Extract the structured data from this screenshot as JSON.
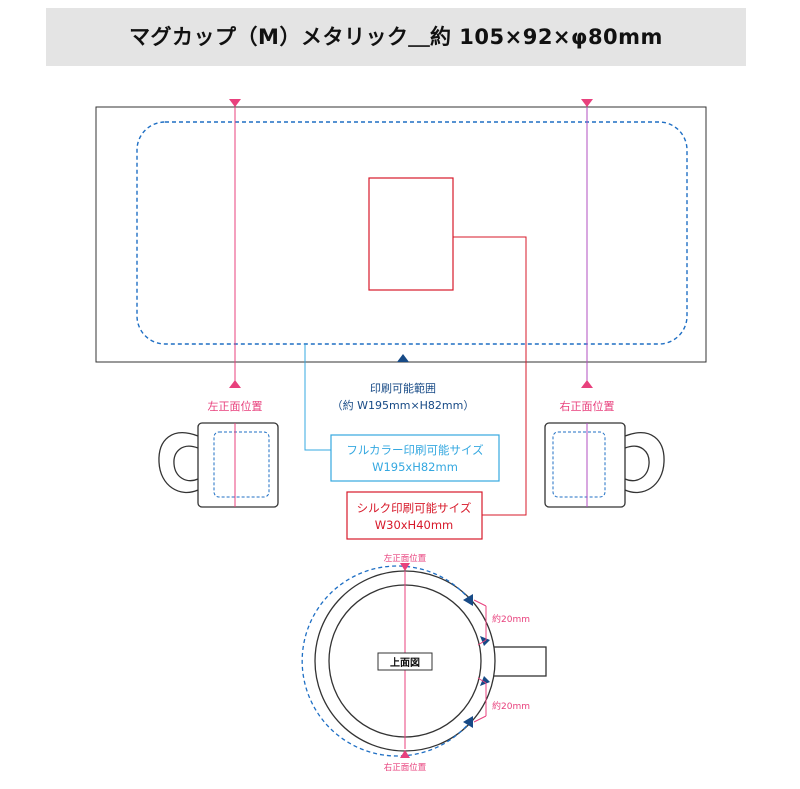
{
  "title": "マグカップ（M）メタリック＿約 105×92×φ80mm",
  "labels": {
    "printable_area": "印刷可能範囲",
    "printable_area_size": "（約 W195mm×H82mm）",
    "left_front": "左正面位置",
    "right_front": "右正面位置",
    "fullcolor_title": "フルカラー印刷可能サイズ",
    "fullcolor_size": "W195xH82mm",
    "silk_title": "シルク印刷可能サイズ",
    "silk_size": "W30xH40mm",
    "top_view": "上面図",
    "top_left_front": "左正面位置",
    "top_right_front": "右正面位置",
    "dist_upper": "約20mm",
    "dist_lower": "約20mm"
  },
  "colors": {
    "pink": "#e8417d",
    "purple": "#b24fc0",
    "blue_dashed": "#1f6fc4",
    "navy": "#174a86",
    "cyan": "#35a8e0",
    "red": "#d7192a",
    "outline": "#333333"
  },
  "icons": [
    "triangle-marker-icon",
    "mug-icon",
    "top-view-mug-icon"
  ]
}
